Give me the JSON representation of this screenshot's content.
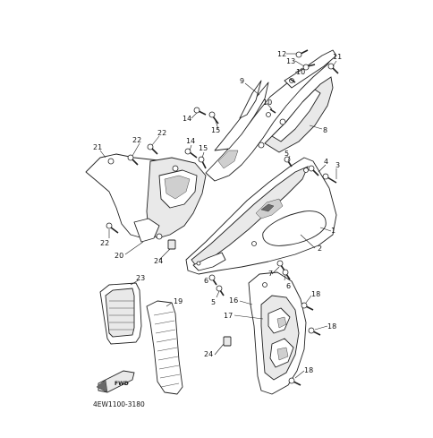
{
  "diagram": {
    "code": "4EW1100-3180",
    "fwd_label": "FWD",
    "callouts": [
      {
        "id": "c1",
        "text": "1"
      },
      {
        "id": "c2",
        "text": "2"
      },
      {
        "id": "c3",
        "text": "3"
      },
      {
        "id": "c4",
        "text": "4"
      },
      {
        "id": "c5a",
        "text": "5"
      },
      {
        "id": "c5b",
        "text": "5"
      },
      {
        "id": "c6",
        "text": "6"
      },
      {
        "id": "c7",
        "text": "7"
      },
      {
        "id": "c6b",
        "text": "6"
      },
      {
        "id": "c8",
        "text": "8"
      },
      {
        "id": "c9",
        "text": "9"
      },
      {
        "id": "c10a",
        "text": "10"
      },
      {
        "id": "c10b",
        "text": "10"
      },
      {
        "id": "c11",
        "text": "11"
      },
      {
        "id": "c12",
        "text": "12"
      },
      {
        "id": "c13",
        "text": "13"
      },
      {
        "id": "c14a",
        "text": "14"
      },
      {
        "id": "c14b",
        "text": "14"
      },
      {
        "id": "c15a",
        "text": "15"
      },
      {
        "id": "c15b",
        "text": "15"
      },
      {
        "id": "c16",
        "text": "16"
      },
      {
        "id": "c17",
        "text": "17"
      },
      {
        "id": "c18a",
        "text": "18"
      },
      {
        "id": "c18b",
        "text": "18"
      },
      {
        "id": "c18c",
        "text": "18"
      },
      {
        "id": "c19",
        "text": "19"
      },
      {
        "id": "c20",
        "text": "20"
      },
      {
        "id": "c21",
        "text": "21"
      },
      {
        "id": "c22a",
        "text": "22"
      },
      {
        "id": "c22b",
        "text": "22"
      },
      {
        "id": "c22c",
        "text": "22"
      },
      {
        "id": "c23",
        "text": "23"
      },
      {
        "id": "c24a",
        "text": "24"
      },
      {
        "id": "c24b",
        "text": "24"
      }
    ]
  }
}
